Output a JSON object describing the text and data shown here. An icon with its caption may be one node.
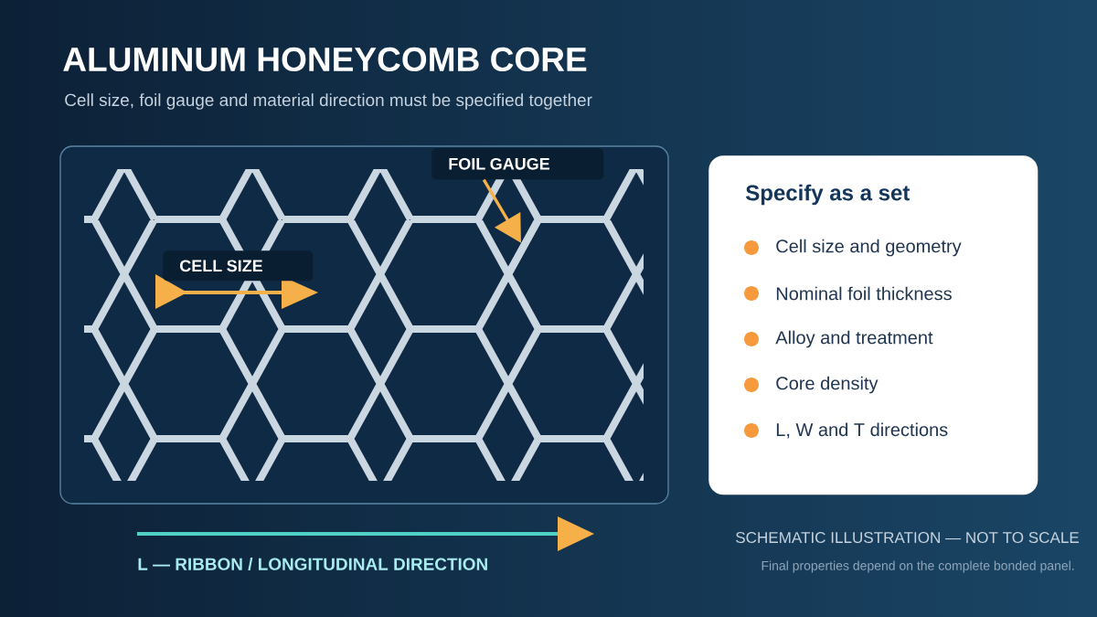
{
  "diagram": {
    "title": "ALUMINUM HONEYCOMB CORE",
    "nodes": [
      {
        "text": [
          "FOIL GAUGE"
        ]
      },
      {
        "text": [
          "CELL SIZE"
        ]
      },
      {
        "text": [
          "Specify as a set",
          "Cell size and geometry",
          "Nominal foil thickness",
          "Alloy and treatment",
          "Core density",
          "L, W and T directions"
        ]
      },
      {
        "text": [],
        "shape": "bar"
      }
    ],
    "edges": [
      {
        "from": 0,
        "to": 3,
        "arrow": "to"
      }
    ],
    "labels": [
      "Cell size, foil gauge and material direction must be specified together",
      "L — RIBBON / LONGITUDINAL DIRECTION",
      "SCHEMATIC ILLUSTRATION — NOT TO SCALE",
      "Final properties depend on the complete bonded panel."
    ]
  }
}
